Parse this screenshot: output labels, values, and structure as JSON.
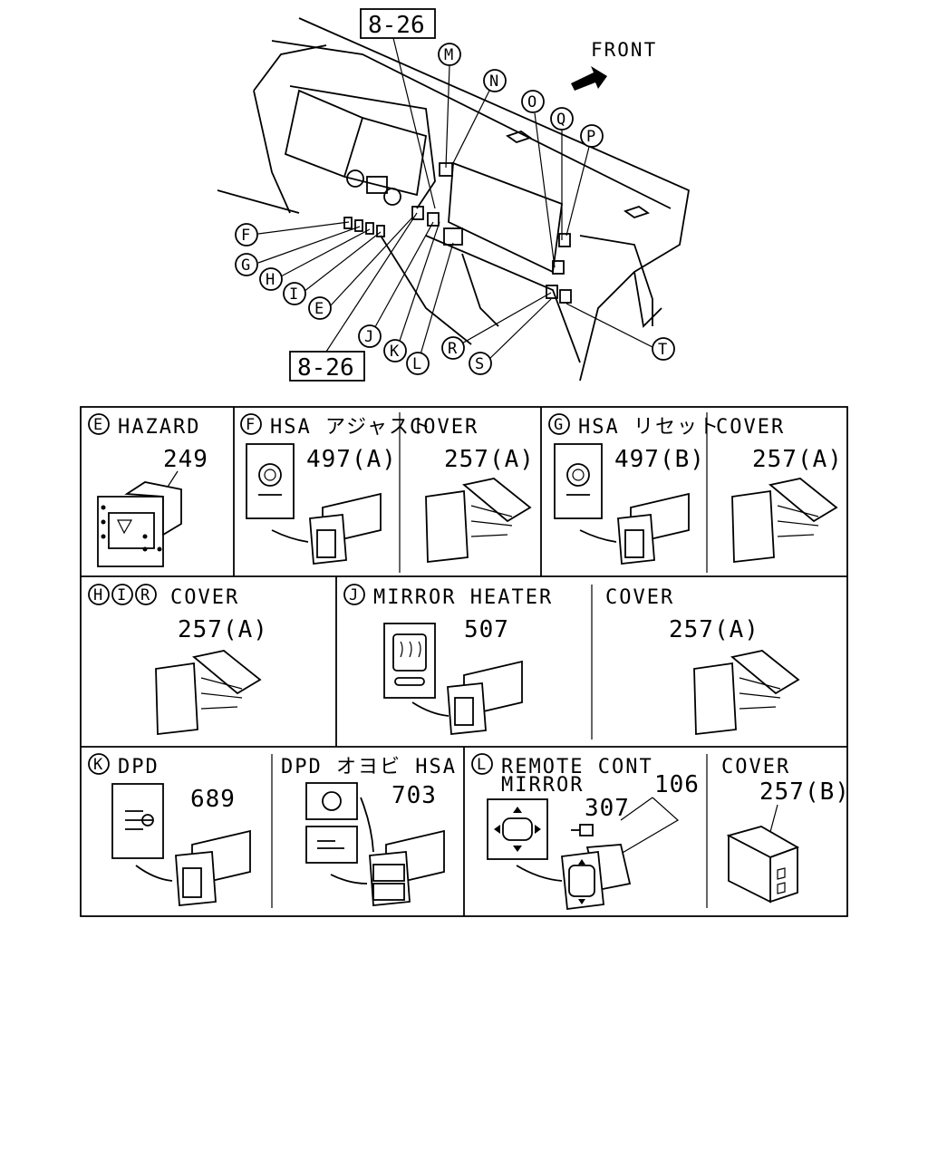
{
  "overview": {
    "front_label": "FRONT",
    "ref_top": "8-26",
    "ref_bottom": "8-26",
    "callouts": [
      "M",
      "N",
      "O",
      "Q",
      "P",
      "F",
      "G",
      "H",
      "I",
      "E",
      "J",
      "K",
      "L",
      "R",
      "S",
      "T"
    ]
  },
  "panels": {
    "e": {
      "letter": "E",
      "title": "HAZARD",
      "part": "249"
    },
    "f": {
      "letter": "F",
      "title": "HSA アジャスト",
      "part": "497(A)"
    },
    "f_cover": {
      "title": "COVER",
      "part": "257(A)"
    },
    "g": {
      "letter": "G",
      "title": "HSA リセット",
      "part": "497(B)"
    },
    "g_cover": {
      "title": "COVER",
      "part": "257(A)"
    },
    "hir": {
      "letters": [
        "H",
        "I",
        "R"
      ],
      "title": "COVER",
      "part": "257(A)"
    },
    "j": {
      "letter": "J",
      "title": "MIRROR HEATER",
      "part": "507"
    },
    "j_cover": {
      "title": "COVER",
      "part": "257(A)"
    },
    "k": {
      "letter": "K",
      "title": "DPD",
      "part": "689"
    },
    "k_hsa": {
      "title": "DPD オヨビ HSA",
      "part": "703"
    },
    "l": {
      "letter": "L",
      "title_line1": "REMOTE CONT",
      "title_line2": "MIRROR",
      "part_a": "307",
      "part_b": "106"
    },
    "l_cover": {
      "title": "COVER",
      "part": "257(B)"
    }
  }
}
